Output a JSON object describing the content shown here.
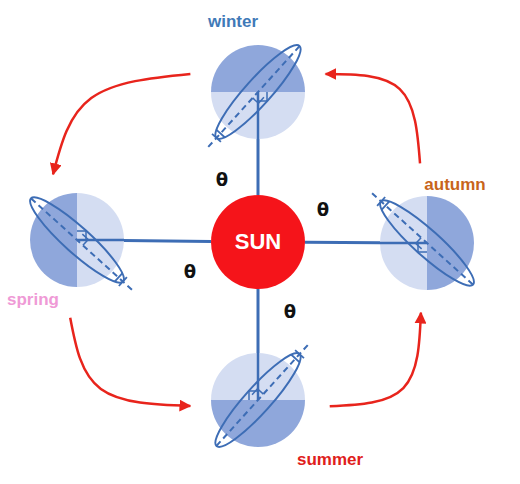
{
  "diagram": {
    "nodes": [
      {
        "text": [
          "winter"
        ]
      },
      {
        "text": [
          "autumn"
        ]
      },
      {
        "text": [
          "spring"
        ]
      },
      {
        "text": [
          "SUN"
        ]
      },
      {
        "text": [
          "summer"
        ]
      }
    ],
    "edges": [
      {
        "from": 3,
        "to": 0,
        "arrow": "none"
      },
      {
        "from": 3,
        "to": 1,
        "arrow": "none"
      },
      {
        "from": 3,
        "to": 2,
        "arrow": "none"
      },
      {
        "from": 3,
        "to": 4,
        "arrow": "none"
      },
      {
        "from": 0,
        "to": 2,
        "arrow": "to"
      },
      {
        "from": 2,
        "to": 4,
        "arrow": "to"
      },
      {
        "from": 4,
        "to": 1,
        "arrow": "to"
      },
      {
        "from": 1,
        "to": 0,
        "arrow": "to"
      }
    ],
    "labels": [
      "θ",
      "θ",
      "θ",
      "θ"
    ]
  }
}
